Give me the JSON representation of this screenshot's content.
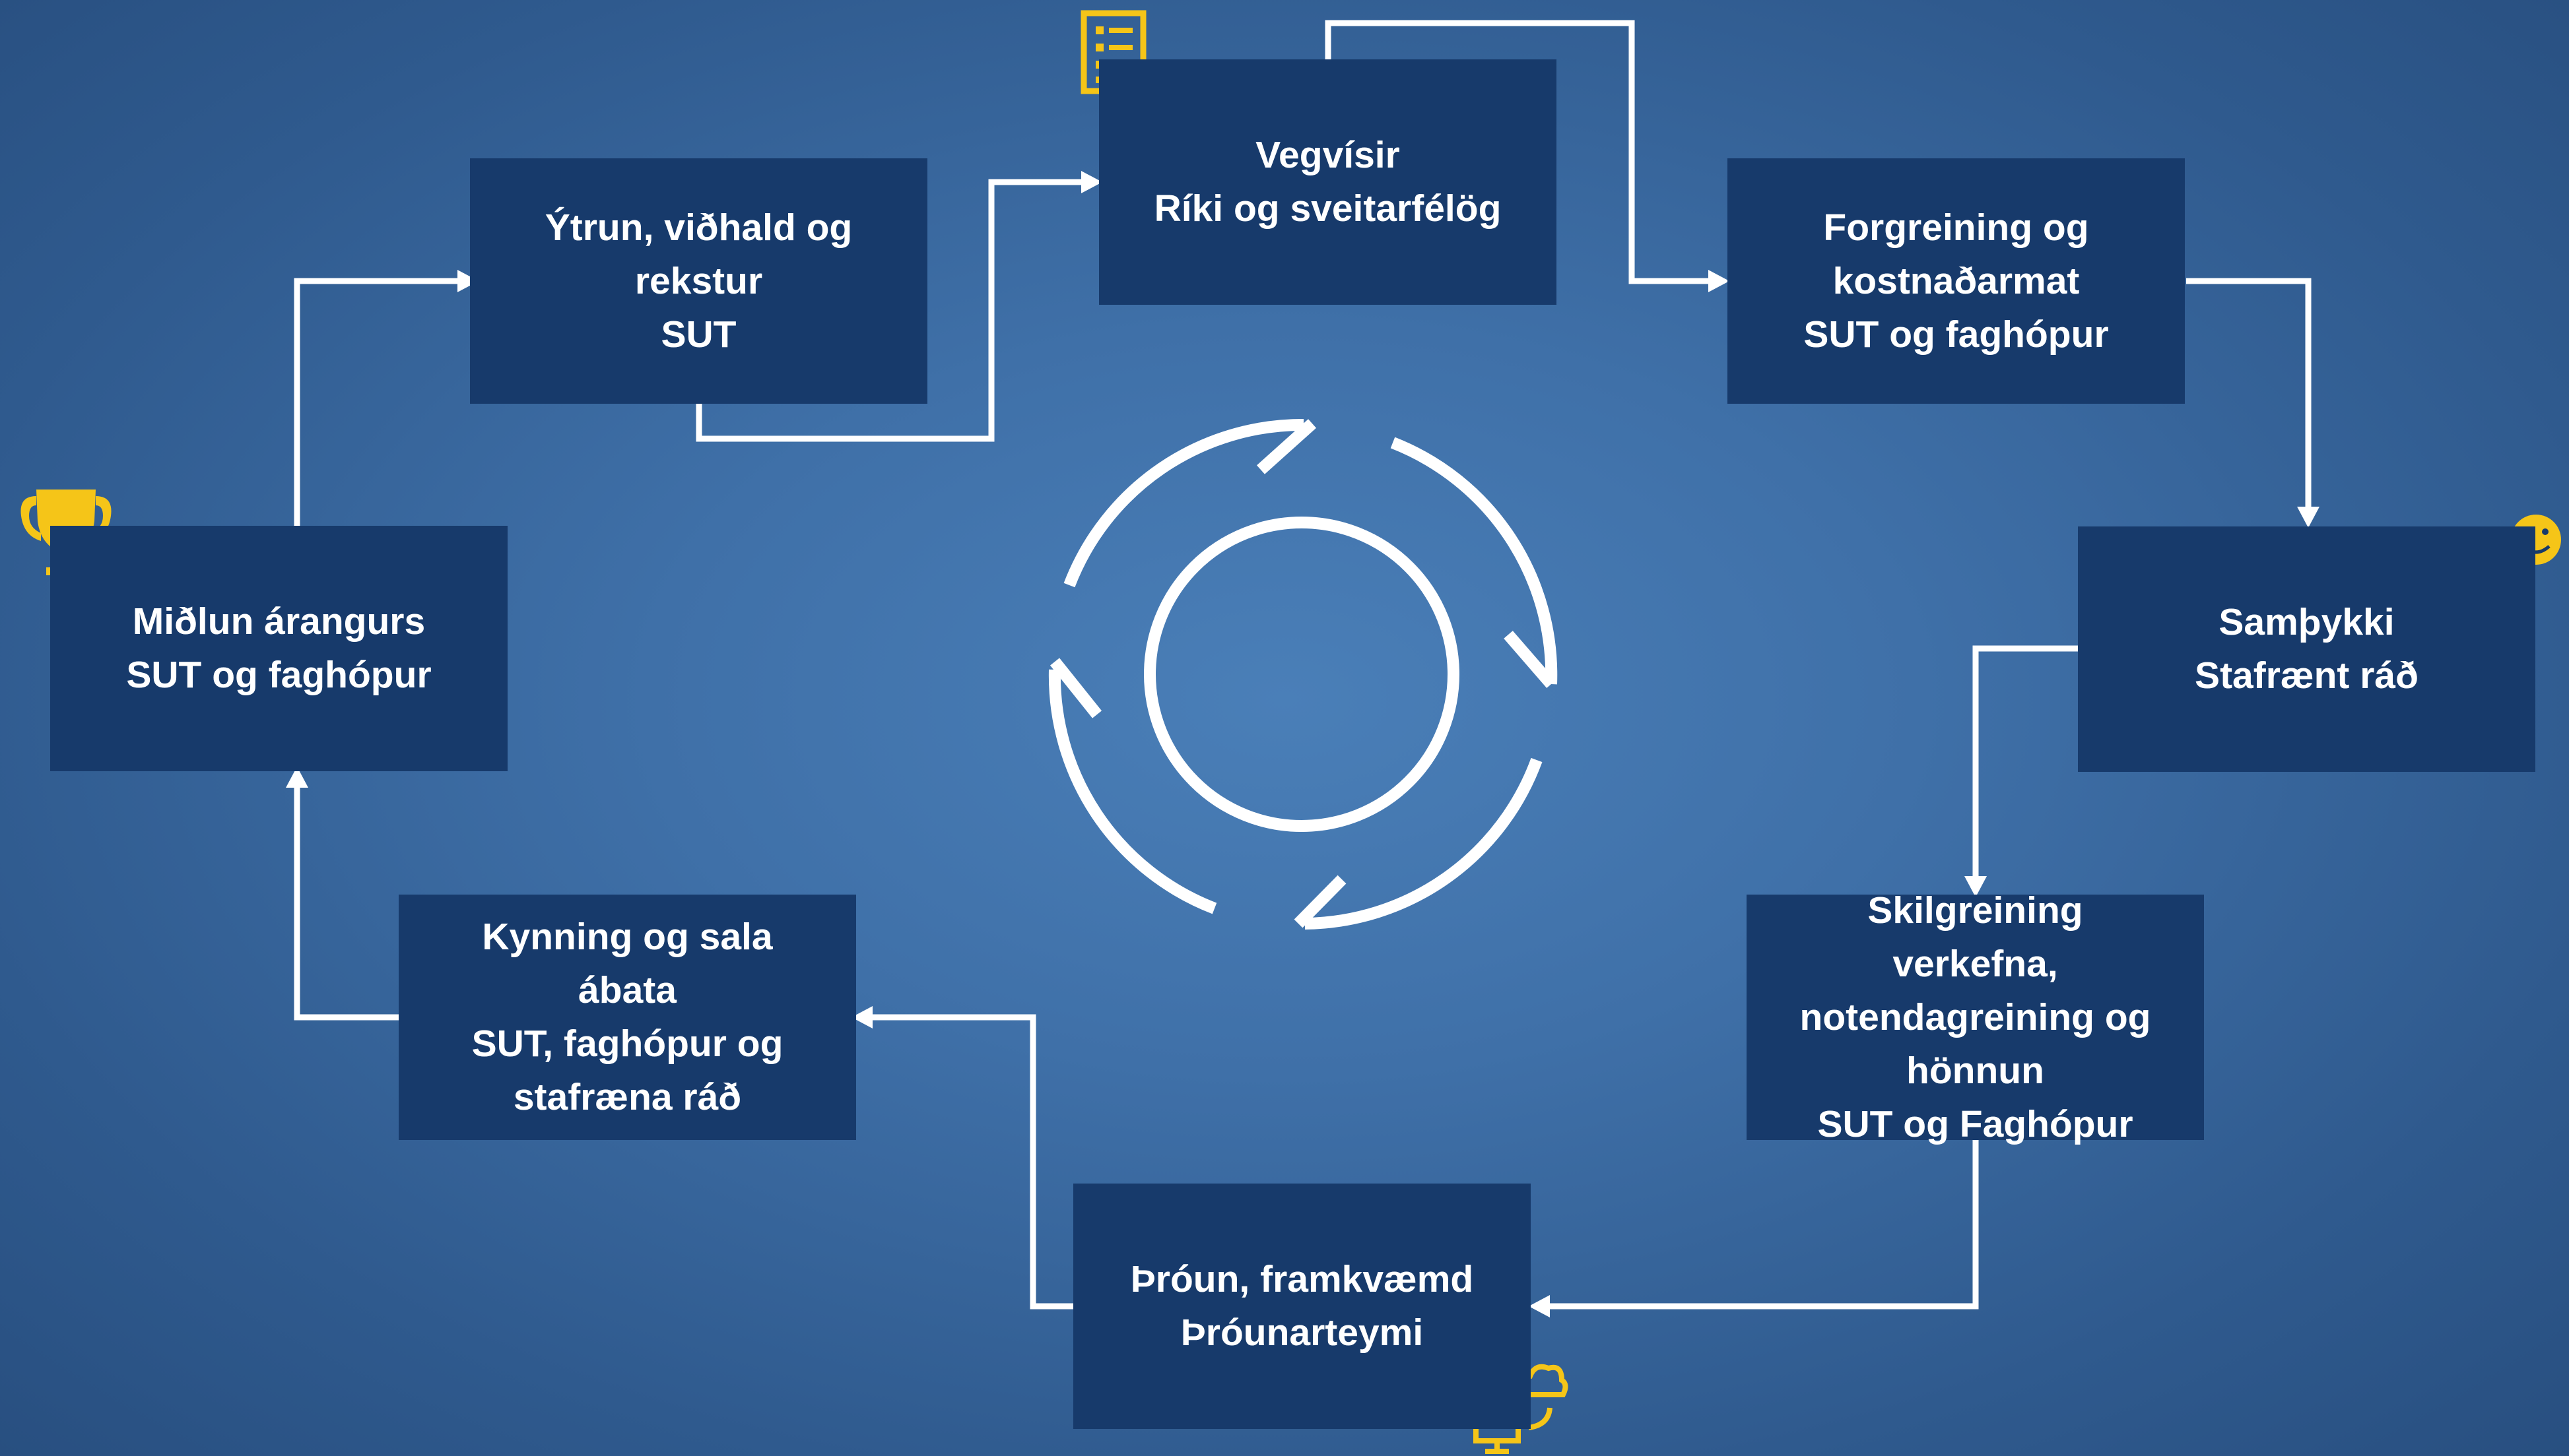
{
  "palette": {
    "background": "#3f70a8",
    "box": "#173a6b",
    "text": "#ffffff",
    "connector": "#ffffff",
    "icon_accent": "#f5c518"
  },
  "steps": [
    {
      "id": "vegvisir",
      "lines": [
        "Vegvísir",
        "Ríki og sveitarfélög"
      ]
    },
    {
      "id": "forgreining",
      "lines": [
        "Forgreining og",
        "kostnaðarmat",
        "SUT og faghópur"
      ]
    },
    {
      "id": "samthykki",
      "lines": [
        "Samþykki",
        "Stafrænt ráð"
      ]
    },
    {
      "id": "skilgreining",
      "lines": [
        "Skilgreining",
        "verkefna,",
        "notendagreining og",
        "hönnun",
        "SUT og Faghópur"
      ]
    },
    {
      "id": "throun",
      "lines": [
        "Þróun, framkvæmd",
        "Þróunarteymi"
      ]
    },
    {
      "id": "kynning",
      "lines": [
        "Kynning og sala",
        "ábata",
        "SUT, faghópur og",
        "stafræna ráð"
      ]
    },
    {
      "id": "midlun",
      "lines": [
        "Miðlun árangurs",
        "SUT og faghópur"
      ]
    },
    {
      "id": "ytrun",
      "lines": [
        "Ýtrun, viðhald og",
        "rekstur",
        "SUT"
      ]
    }
  ],
  "center": {
    "icon": "refresh-cycle-icon"
  },
  "decor_icons": [
    "checklist-icon",
    "trophy-icon",
    "wink-smiley-icon",
    "computer-cloud-sync-icon"
  ]
}
